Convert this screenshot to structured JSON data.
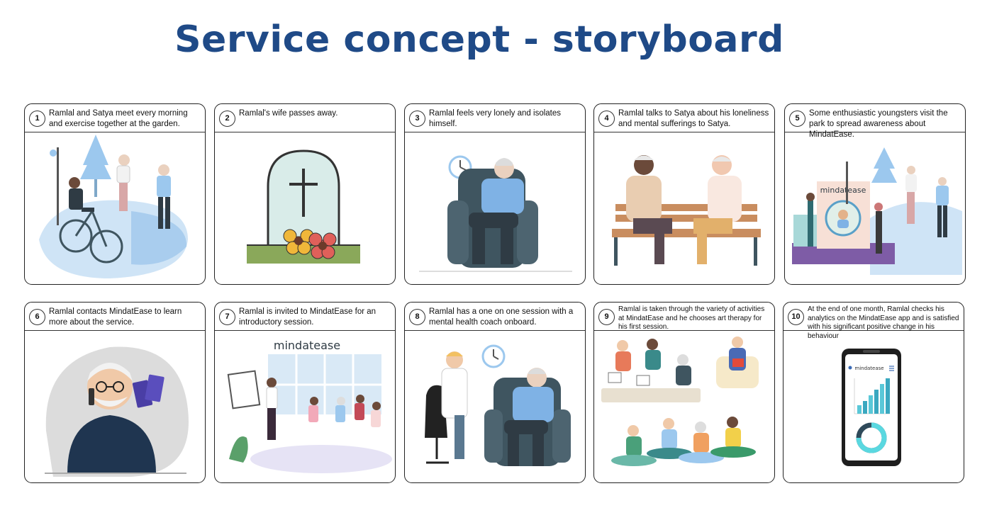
{
  "title": "Service concept - storyboard",
  "colors": {
    "title": "#1f4a87",
    "accent_blue": "#9cc8ee",
    "shirt_blue": "#7fb2e5",
    "chair": "#3f5560"
  },
  "panels": [
    {
      "number": "1",
      "caption": "Ramlal and Satya meet every morning and exercise together at the garden.",
      "illustration": "garden-exercise"
    },
    {
      "number": "2",
      "caption": "Ramlal's wife passes away.",
      "illustration": "gravestone-flowers"
    },
    {
      "number": "3",
      "caption": "Ramlal feels very lonely and isolates himself.",
      "illustration": "lonely-armchair"
    },
    {
      "number": "4",
      "caption": "Ramlal talks to Satya about his loneliness and mental sufferings to Satya.",
      "illustration": "bench-conversation"
    },
    {
      "number": "5",
      "caption": "Some enthusiastic youngsters visit the park to spread awareness about MindatEase.",
      "illustration": "park-awareness",
      "brand": "mindatease"
    },
    {
      "number": "6",
      "caption": "Ramlal contacts MindatEase to learn more about the service.",
      "illustration": "phone-call"
    },
    {
      "number": "7",
      "caption": "Ramlal is invited to  MindatEase for an introductory session.",
      "illustration": "intro-session",
      "brand": "mindatease"
    },
    {
      "number": "8",
      "caption": "Ramlal has a one on one session with a mental health coach onboard.",
      "illustration": "coach-session"
    },
    {
      "number": "9",
      "caption": "Ramlal is taken through the variety of activities at MindatEase and he chooses art therapy for his first session.",
      "illustration": "activities"
    },
    {
      "number": "10",
      "caption": "At the end of one month, Ramlal checks his analytics on the MindatEase app and is satisfied with his significant positive change in his behaviour",
      "illustration": "app-analytics",
      "brand": "mindatease"
    }
  ]
}
